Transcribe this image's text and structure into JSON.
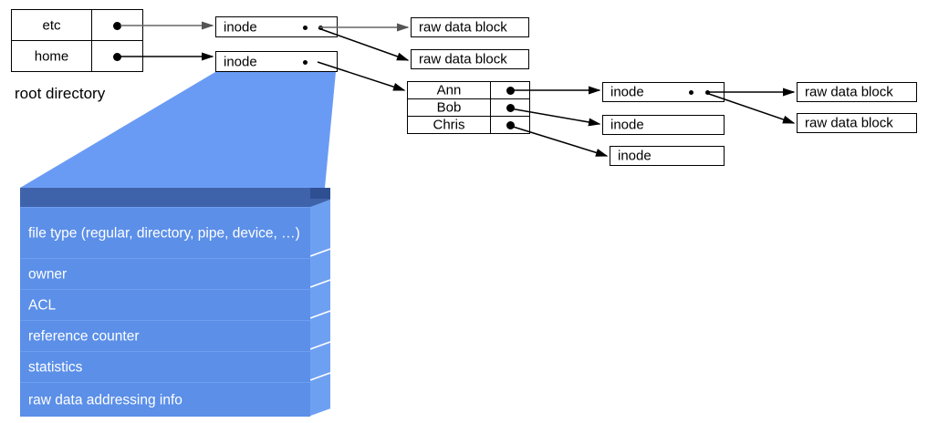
{
  "diagram": {
    "title": "unix inode / directory structure diagram",
    "colors": {
      "slab_front": "#5b8fe8",
      "slab_side": "#6ea0f2",
      "stack_top": "#3f63ab",
      "funnel": "#6a9bf4",
      "line": "#000000",
      "box_fill": "#ffffff"
    }
  },
  "root_directory": {
    "caption": "root directory",
    "entries": [
      {
        "name": "etc",
        "pointer": "●"
      },
      {
        "name": "home",
        "pointer": "●"
      }
    ]
  },
  "inodes_level1": [
    {
      "label": "inode",
      "pointers": 2
    },
    {
      "label": "inode",
      "pointers": 1
    }
  ],
  "raw_blocks_level1": [
    {
      "label": "raw data block"
    },
    {
      "label": "raw data block"
    }
  ],
  "home_directory": {
    "entries": [
      {
        "name": "Ann",
        "pointer": "●"
      },
      {
        "name": "Bob",
        "pointer": "●"
      },
      {
        "name": "Chris",
        "pointer": "●"
      }
    ]
  },
  "inodes_level2": [
    {
      "label": "inode",
      "pointers": 2
    },
    {
      "label": "inode",
      "pointers": 0
    },
    {
      "label": "inode",
      "pointers": 0
    }
  ],
  "raw_blocks_level2": [
    {
      "label": "raw data block"
    },
    {
      "label": "raw data block"
    }
  ],
  "inode_detail": {
    "fields": [
      "file type (regular, directory, pipe, device, …)",
      "owner",
      "ACL",
      "reference counter",
      "statistics",
      "raw data addressing info"
    ]
  }
}
